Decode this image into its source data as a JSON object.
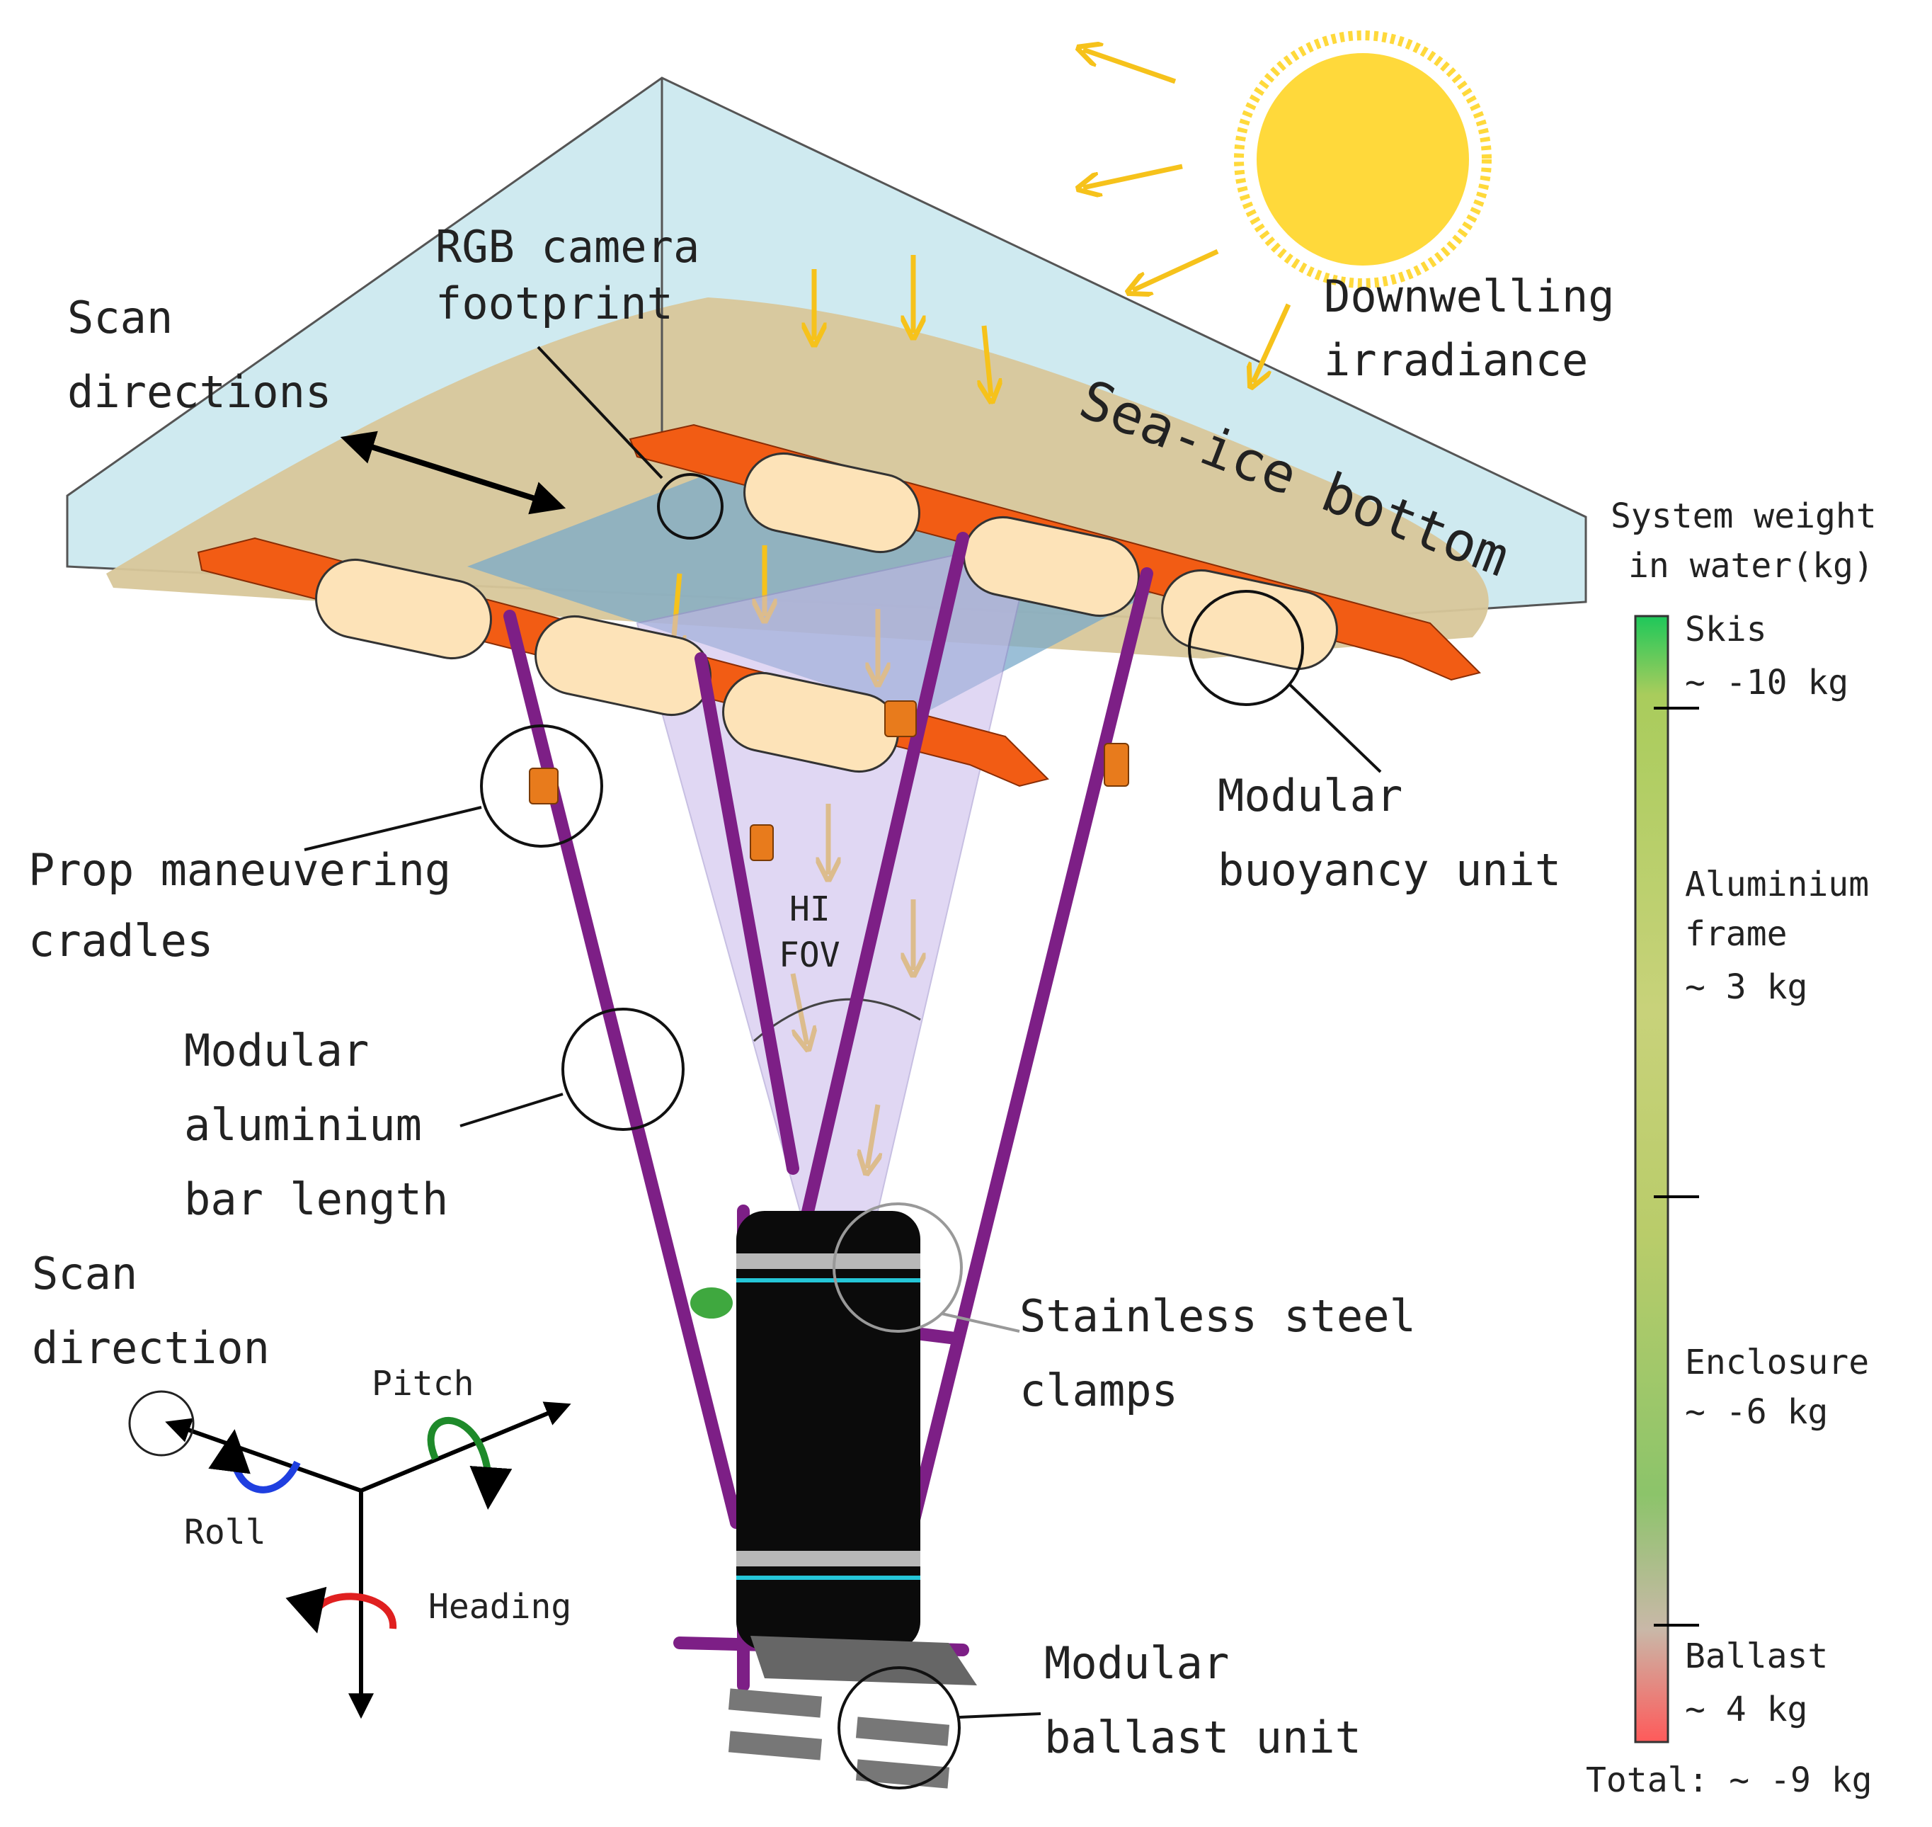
{
  "labels": {
    "rgb_camera": [
      "RGB camera",
      "footprint"
    ],
    "scan_directions": [
      "Scan",
      "directions"
    ],
    "downwelling": [
      "Downwelling",
      "irradiance"
    ],
    "sea_ice": "Sea-ice bottom",
    "prop": [
      "Prop maneuvering",
      "cradles"
    ],
    "buoyancy": [
      "Modular",
      "buoyancy unit"
    ],
    "hi_fov": [
      "HI",
      "FOV"
    ],
    "aluminium_bar": [
      "Modular",
      "aluminium",
      "bar length"
    ],
    "clamps": [
      "Stainless steel",
      "clamps"
    ],
    "ballast_unit": [
      "Modular",
      "ballast unit"
    ],
    "scan_direction": [
      "Scan",
      "direction"
    ],
    "pitch": "Pitch",
    "roll": "Roll",
    "heading": "Heading"
  },
  "weight_legend": {
    "title": [
      "System weight",
      "in water(kg)"
    ],
    "items": [
      {
        "name": "Skis",
        "value": "~ -10 kg"
      },
      {
        "name": "Aluminium frame",
        "lines": [
          "Aluminium",
          "frame"
        ],
        "value": "~ 3 kg"
      },
      {
        "name": "Enclosure",
        "value": "~ -6 kg"
      },
      {
        "name": "Ballast",
        "value": "~ 4 kg"
      }
    ],
    "total": "Total: ~ -9 kg",
    "colors": {
      "top": "#1ec85a",
      "upper": "#a9cc5c",
      "middle": "#c8d27a",
      "lower": "#8cc46a",
      "bottom": "#ff5a5a"
    }
  },
  "colors": {
    "ice_fill": "#cfeaf0",
    "sediment": "#d8c79a",
    "ski": "#f25c14",
    "frame": "#7d1f86",
    "float": "#fde3b8",
    "fov": "#c7b8ea",
    "sun": "#ffd93b",
    "arrow_sun": "#f6c21b",
    "roll_arrow": "#1f3fe0",
    "pitch_arrow": "#1e8a2a",
    "heading_arrow": "#e02020"
  }
}
